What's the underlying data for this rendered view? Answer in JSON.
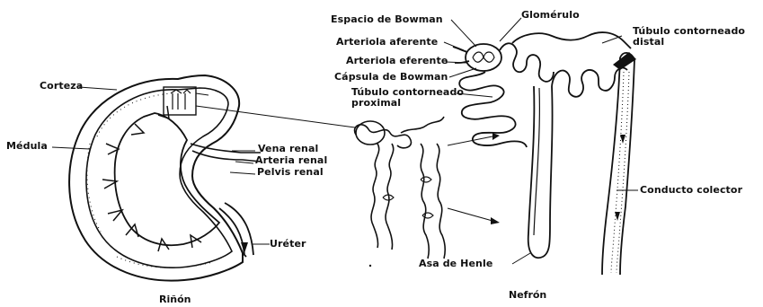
{
  "labels": {
    "corteza": "Corteza",
    "medula": "Médula",
    "vena_renal": "Vena renal",
    "arteria_renal": "Arteria renal",
    "pelvis_renal": "Pelvis renal",
    "ureter": "Uréter",
    "espacio_bowman": "Espacio de Bowman",
    "glomerulo": "Glomérulo",
    "arteriola_aferente": "Arteriola aferente",
    "arteriola_eferente": "Arteriola eferente",
    "capsula_bowman": "Cápsula de Bowman",
    "tubulo_proximal_line1": "Túbulo contorneado",
    "tubulo_proximal_line2": "proximal",
    "tubulo_distal_line1": "Túbulo contorneado",
    "tubulo_distal_line2": "distal",
    "conducto_colector": "Conducto colector",
    "asa_henle": "Asa de Henle"
  },
  "captions": {
    "kidney": "Riñón",
    "nephron": "Nefrón"
  }
}
